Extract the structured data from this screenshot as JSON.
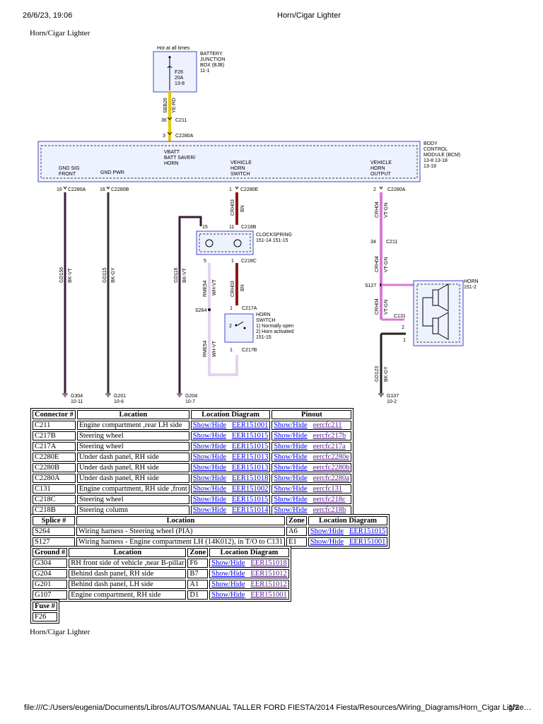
{
  "header": {
    "datetime": "26/6/23, 19:06",
    "title": "Horn/Cigar Lighter"
  },
  "page_heading": "Horn/Cigar Lighter",
  "page_footer_heading": "Horn/Cigar Lighter",
  "footer": {
    "path": "file:///C:/Users/eugenia/Documents/Libros/AUTOS/MANUAL TALLER FORD FIESTA/2014 Fiesta/Resources/Wiring_Diagrams/Horn_Cigar Lighte…",
    "page": "1/2"
  },
  "diagram": {
    "hot_at_all_times": "Hot at all times",
    "bjb": [
      "BATTERY",
      "JUNCTION",
      "BOX (BJB)",
      "11-1"
    ],
    "fuse": [
      "F26",
      "20A",
      "13-8"
    ],
    "top_wire": [
      "SBB26",
      "YE-RD"
    ],
    "c211_top": {
      "pin": "36",
      "name": "C211"
    },
    "c2280a_top": {
      "pin": "3",
      "name": "C2280A"
    },
    "bcm": [
      "BODY",
      "CONTROL",
      "MODULE (BCM)",
      "13-8   13-18",
      "13-19"
    ],
    "bcm_inner": {
      "vbatt": [
        "VBATT",
        "BATT SAVER/",
        "HORN"
      ],
      "gnd_sig": [
        "GND SIG",
        "FRONT"
      ],
      "gnd_pwr": "GND PWR",
      "vehicle_horn_switch": [
        "VEHICLE",
        "HORN",
        "SWITCH"
      ],
      "vehicle_horn_output": [
        "VEHICLE",
        "HORN",
        "OUTPUT"
      ]
    },
    "pins": {
      "p1": {
        "pin": "16",
        "name": "C2280A"
      },
      "p2": {
        "pin": "16",
        "name": "C2280B"
      },
      "p3": {
        "pin": "1",
        "name": "C2280E"
      },
      "p4": {
        "pin": "2",
        "name": "C2280A"
      }
    },
    "wires": {
      "gd156": [
        "GD156",
        "BK-VT"
      ],
      "gd115": [
        "GD115",
        "BK-GY"
      ],
      "gd116": [
        "GD116",
        "BK-VT"
      ],
      "crh03a": [
        "CRH03",
        "BN"
      ],
      "crh03b": [
        "CRH03",
        "BN"
      ],
      "rme54a": [
        "RME54",
        "WH-VT"
      ],
      "rme54b": [
        "RME54",
        "WH-VT"
      ],
      "crh04a": [
        "CRH04",
        "VT-GN"
      ],
      "crh04b": [
        "CRH04",
        "VT-GN"
      ],
      "crh04c": [
        "CRH04",
        "VT-GN"
      ],
      "gd123": [
        "GD123",
        "BK-GY"
      ]
    },
    "clockspring": [
      "CLOCKSPRING",
      "151-14  151-15"
    ],
    "c218b": {
      "pin15": "15",
      "pin11": "11",
      "name": "C218B"
    },
    "c218c": {
      "pin5": "5",
      "pin1": "1",
      "name": "C218C"
    },
    "c217a": {
      "pin": "1",
      "name": "C217A"
    },
    "c217b": {
      "pin": "1",
      "name": "C217B"
    },
    "s264": "S264",
    "horn_switch": [
      "HORN",
      "SWITCH",
      "1) Normally open",
      "2) Horn activated",
      "151-15"
    ],
    "horn_switch_pins": [
      "2",
      "1"
    ],
    "c211_mid": {
      "pin": "34",
      "name": "C211"
    },
    "s127": "S127",
    "c131": {
      "name": "C131",
      "pin2": "2",
      "pin1": "1"
    },
    "horn": [
      "HORN",
      "151-2"
    ],
    "grounds": [
      {
        "name": "G304",
        "ref": "10-11"
      },
      {
        "name": "G201",
        "ref": "10-6"
      },
      {
        "name": "G204",
        "ref": "10-7"
      },
      {
        "name": "G107",
        "ref": "10-2"
      }
    ]
  },
  "connectors": {
    "headers": [
      "Connector #",
      "Location",
      "Location Diagram",
      "Pinout"
    ],
    "rows": [
      {
        "id": "C211",
        "location": "Engine compartment ,rear LH side",
        "diag": "EER151001",
        "pin": "eercfc211"
      },
      {
        "id": "C217B",
        "location": "Steering wheel",
        "diag": "EER151015",
        "pin": "eercfc217b"
      },
      {
        "id": "C217A",
        "location": "Steering wheel",
        "diag": "EER151015",
        "pin": "eercfc217a"
      },
      {
        "id": "C2280E",
        "location": "Under dash panel, RH side",
        "diag": "EER151013",
        "pin": "eercfc2280e"
      },
      {
        "id": "C2280B",
        "location": "Under dash panel, RH side",
        "diag": "EER151013",
        "pin": "eercfc2280b"
      },
      {
        "id": "C2280A",
        "location": "Under dash panel, RH side",
        "diag": "EER151018",
        "pin": "eercfc2280a"
      },
      {
        "id": "C131",
        "location": "Engine compartment, RH side ,front",
        "diag": "EER151002",
        "pin": "eercfc131"
      },
      {
        "id": "C218C",
        "location": "Steering wheel",
        "diag": "EER151015",
        "pin": "eercfc218c"
      },
      {
        "id": "C218B",
        "location": "Steering column",
        "diag": "EER151014",
        "pin": "eercfc218b"
      }
    ]
  },
  "splices": {
    "headers": [
      "Splice #",
      "Location",
      "Zone",
      "Location Diagram"
    ],
    "rows": [
      {
        "id": "S264",
        "location": "Wiring harness - Steering wheel (PIA)",
        "zone": "A6",
        "diag": "EER151015"
      },
      {
        "id": "S127",
        "location": "Wiring harness - Engine compartment LH (14K012), in T/O to C131",
        "zone": "E1",
        "diag": "EER151001"
      }
    ]
  },
  "grounds_table": {
    "headers": [
      "Ground #",
      "Location",
      "Zone",
      "Location Diagram"
    ],
    "rows": [
      {
        "id": "G304",
        "location": "RH front side of vehicle ,near B-pillar",
        "zone": "F6",
        "diag": "EER151018"
      },
      {
        "id": "G204",
        "location": "Behind dash panel, RH side",
        "zone": "B7",
        "diag": "EER151012"
      },
      {
        "id": "G201",
        "location": "Behind dash panel, LH side",
        "zone": "A1",
        "diag": "EER151012"
      },
      {
        "id": "G107",
        "location": "Engine compartment, RH side",
        "zone": "D1",
        "diag": "EER151001"
      }
    ]
  },
  "fuses": {
    "header": "Fuse #",
    "rows": [
      "F26"
    ]
  },
  "link_label": "Show/Hide"
}
